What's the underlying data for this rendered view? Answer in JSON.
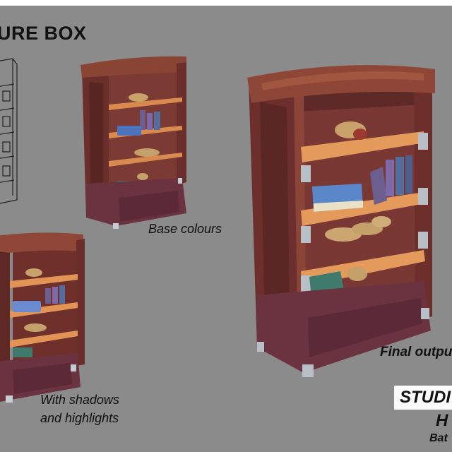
{
  "title": "URE BOX",
  "captions": {
    "base": "Base colours",
    "shadows_line1": "With shadows",
    "shadows_line2": "and highlights",
    "final": "Final outpu"
  },
  "studio": {
    "name": "STUDI",
    "line2": "H",
    "line3": "Bat"
  },
  "colors": {
    "background": "#8b8b8b",
    "wood_dark": "#6a2f2b",
    "wood_mid": "#8a4a3a",
    "shelf": "#d9874b",
    "metal": "#b9bfc6"
  }
}
